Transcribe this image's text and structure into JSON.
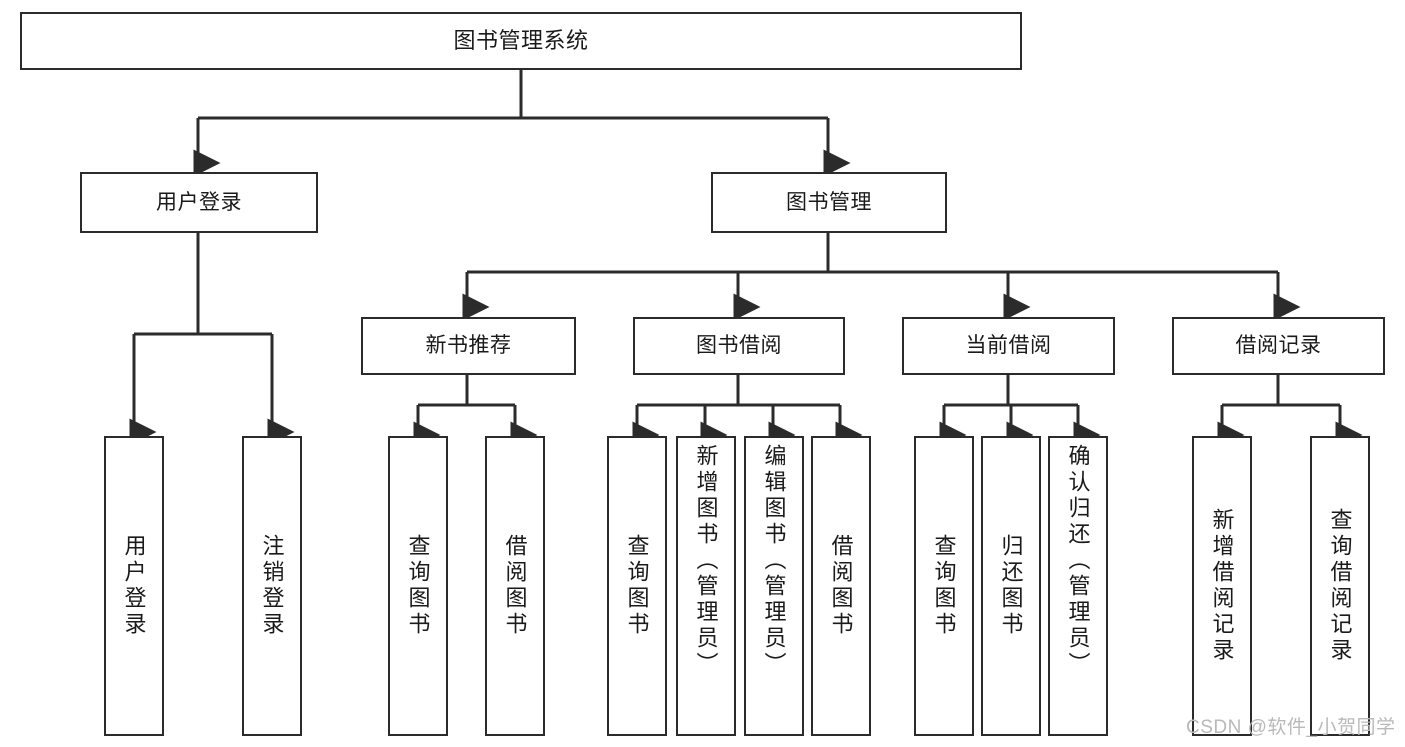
{
  "diagram": {
    "title": "图书管理系统",
    "type": "tree",
    "watermark": "CSDN @软件_小贺同学",
    "colors": {
      "stroke": "#2b2b2b",
      "fill": "#ffffff",
      "text": "#1a1a1a",
      "watermark": "#b9b9b9"
    },
    "nodes": {
      "root": {
        "label": "图书管理系统",
        "level": 1
      },
      "user_login": {
        "label": "用户登录",
        "level": 2
      },
      "book_manage": {
        "label": "图书管理",
        "level": 2
      },
      "new_book_rec": {
        "label": "新书推荐",
        "level": 3
      },
      "book_borrow": {
        "label": "图书借阅",
        "level": 3
      },
      "current_borrow": {
        "label": "当前借阅",
        "level": 3
      },
      "borrow_record": {
        "label": "借阅记录",
        "level": 3
      },
      "leaf_user_login": {
        "label": "用户登录",
        "level": 4,
        "parent": "用户登录"
      },
      "leaf_logout": {
        "label": "注销登录",
        "level": 4,
        "parent": "用户登录"
      },
      "leaf_query_book_1": {
        "label": "查询图书",
        "level": 4,
        "parent": "新书推荐"
      },
      "leaf_borrow_book_1": {
        "label": "借阅图书",
        "level": 4,
        "parent": "新书推荐"
      },
      "leaf_query_book_2": {
        "label": "查询图书",
        "level": 4,
        "parent": "图书借阅"
      },
      "leaf_add_book": {
        "label": "新增图书（管理员）",
        "level": 4,
        "parent": "图书借阅"
      },
      "leaf_edit_book": {
        "label": "编辑图书（管理员）",
        "level": 4,
        "parent": "图书借阅"
      },
      "leaf_borrow_book_2": {
        "label": "借阅图书",
        "level": 4,
        "parent": "图书借阅"
      },
      "leaf_query_book_3": {
        "label": "查询图书",
        "level": 4,
        "parent": "当前借阅"
      },
      "leaf_return_book": {
        "label": "归还图书",
        "level": 4,
        "parent": "当前借阅"
      },
      "leaf_confirm_return": {
        "label": "确认归还（管理员）",
        "level": 4,
        "parent": "当前借阅"
      },
      "leaf_add_record": {
        "label": "新增借阅记录",
        "level": 4,
        "parent": "借阅记录"
      },
      "leaf_query_record": {
        "label": "查询借阅记录",
        "level": 4,
        "parent": "借阅记录"
      }
    }
  }
}
